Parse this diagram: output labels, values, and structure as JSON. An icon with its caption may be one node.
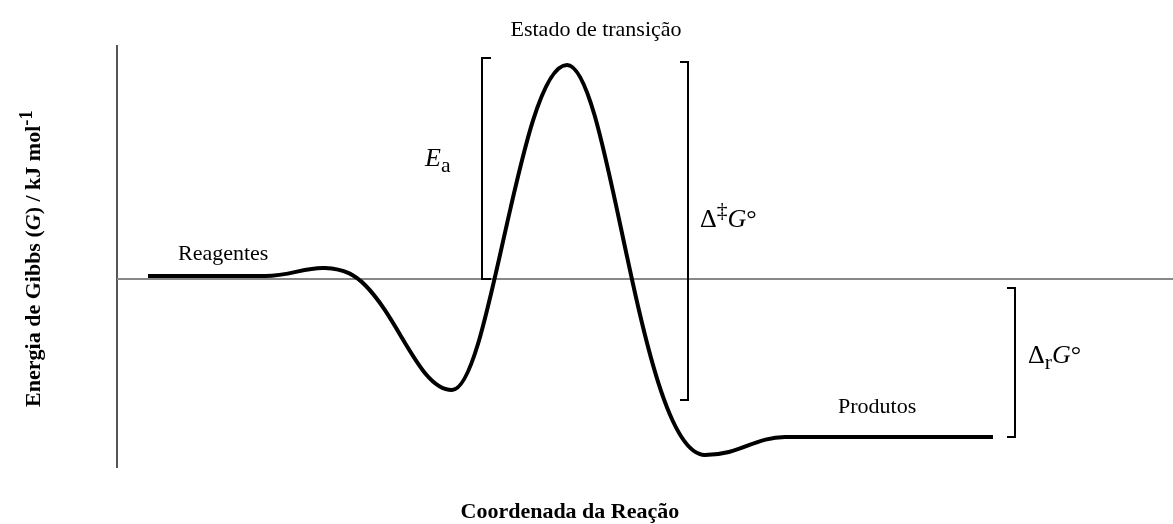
{
  "diagram": {
    "labels": [
      "Estado de transição",
      "*E*$_{a}$",
      "Δ$^{‡}$*G*°",
      "Reagentes",
      "Δ$_{r}$*G*°",
      "Produtos",
      "Energia de Gibbs (*G*) / kJ mol$^{-1}$",
      "Coordenada da Reação"
    ]
  }
}
